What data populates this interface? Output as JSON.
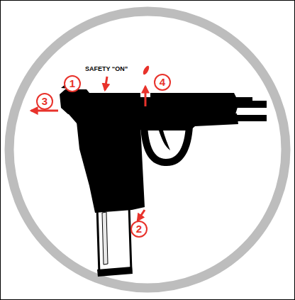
{
  "diagram": {
    "labels": [
      "SAFETY “ON”",
      "1",
      "4",
      "3",
      "2"
    ]
  }
}
